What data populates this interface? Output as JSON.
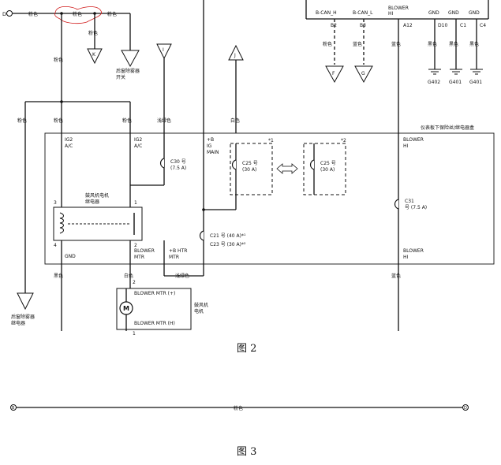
{
  "connectors": {
    "top_left": "D",
    "k": "K",
    "i": "I",
    "j": "J",
    "f": "F",
    "g": "G",
    "fig3_left": "B",
    "fig3_right": "D"
  },
  "wires": {
    "pink": "粉色",
    "light_green": "浅绿色",
    "white": "白色",
    "blue": "蓝色",
    "black": "黑色"
  },
  "labels": {
    "rear_defroster_switch": [
      "后窗除雾器",
      "开关"
    ],
    "rear_defroster_relay": [
      "后窗除雾器",
      "继电器"
    ],
    "junction_box": "仪表板下保险丝/继电器盒",
    "ig2_ac": [
      "IG2",
      "A/C"
    ],
    "b_ig_main": [
      "+B",
      "IG",
      "MAIN"
    ],
    "blower_hi": [
      "BLOWER",
      "HI"
    ],
    "blower_relay": [
      "鼓风机电机",
      "继电器"
    ],
    "blower_motor": [
      "鼓风机",
      "电机"
    ],
    "gnd": "GND",
    "blower_mtr": [
      "BLOWER",
      "MTR"
    ],
    "b_htr_mtr": [
      "+B HTR",
      "MTR"
    ],
    "blower_mtr_plus": "BLOWER MTR (+)",
    "blower_mtr_h": "BLOWER MTR (H)",
    "motor_symbol": "M",
    "star1": "*1",
    "star2": "*2"
  },
  "fuses": {
    "c30": [
      "C30 号",
      "(7.5 A)"
    ],
    "c25a": [
      "C25 号",
      "(30 A)"
    ],
    "c25b": [
      "C25 号",
      "(30 A)"
    ],
    "c31": [
      "C31",
      "号 (7.5 A)"
    ],
    "c21": "C21 号 (40 A)*¹",
    "c23": "C23 号 (30 A)*²"
  },
  "top_pins": {
    "names": [
      "B-CAN_H",
      "B-CAN_L",
      "BLOWER",
      "HI",
      "GND",
      "GND",
      "GND"
    ],
    "codes": [
      "B2",
      "B3",
      "A12",
      "D10",
      "C1",
      "C4"
    ],
    "grounds": [
      "G402",
      "G401",
      "G401"
    ]
  },
  "pins": {
    "p1": "1",
    "p2": "2",
    "p3": "3",
    "p4": "4"
  },
  "figures": {
    "fig2": "图 2",
    "fig3": "图 3"
  }
}
